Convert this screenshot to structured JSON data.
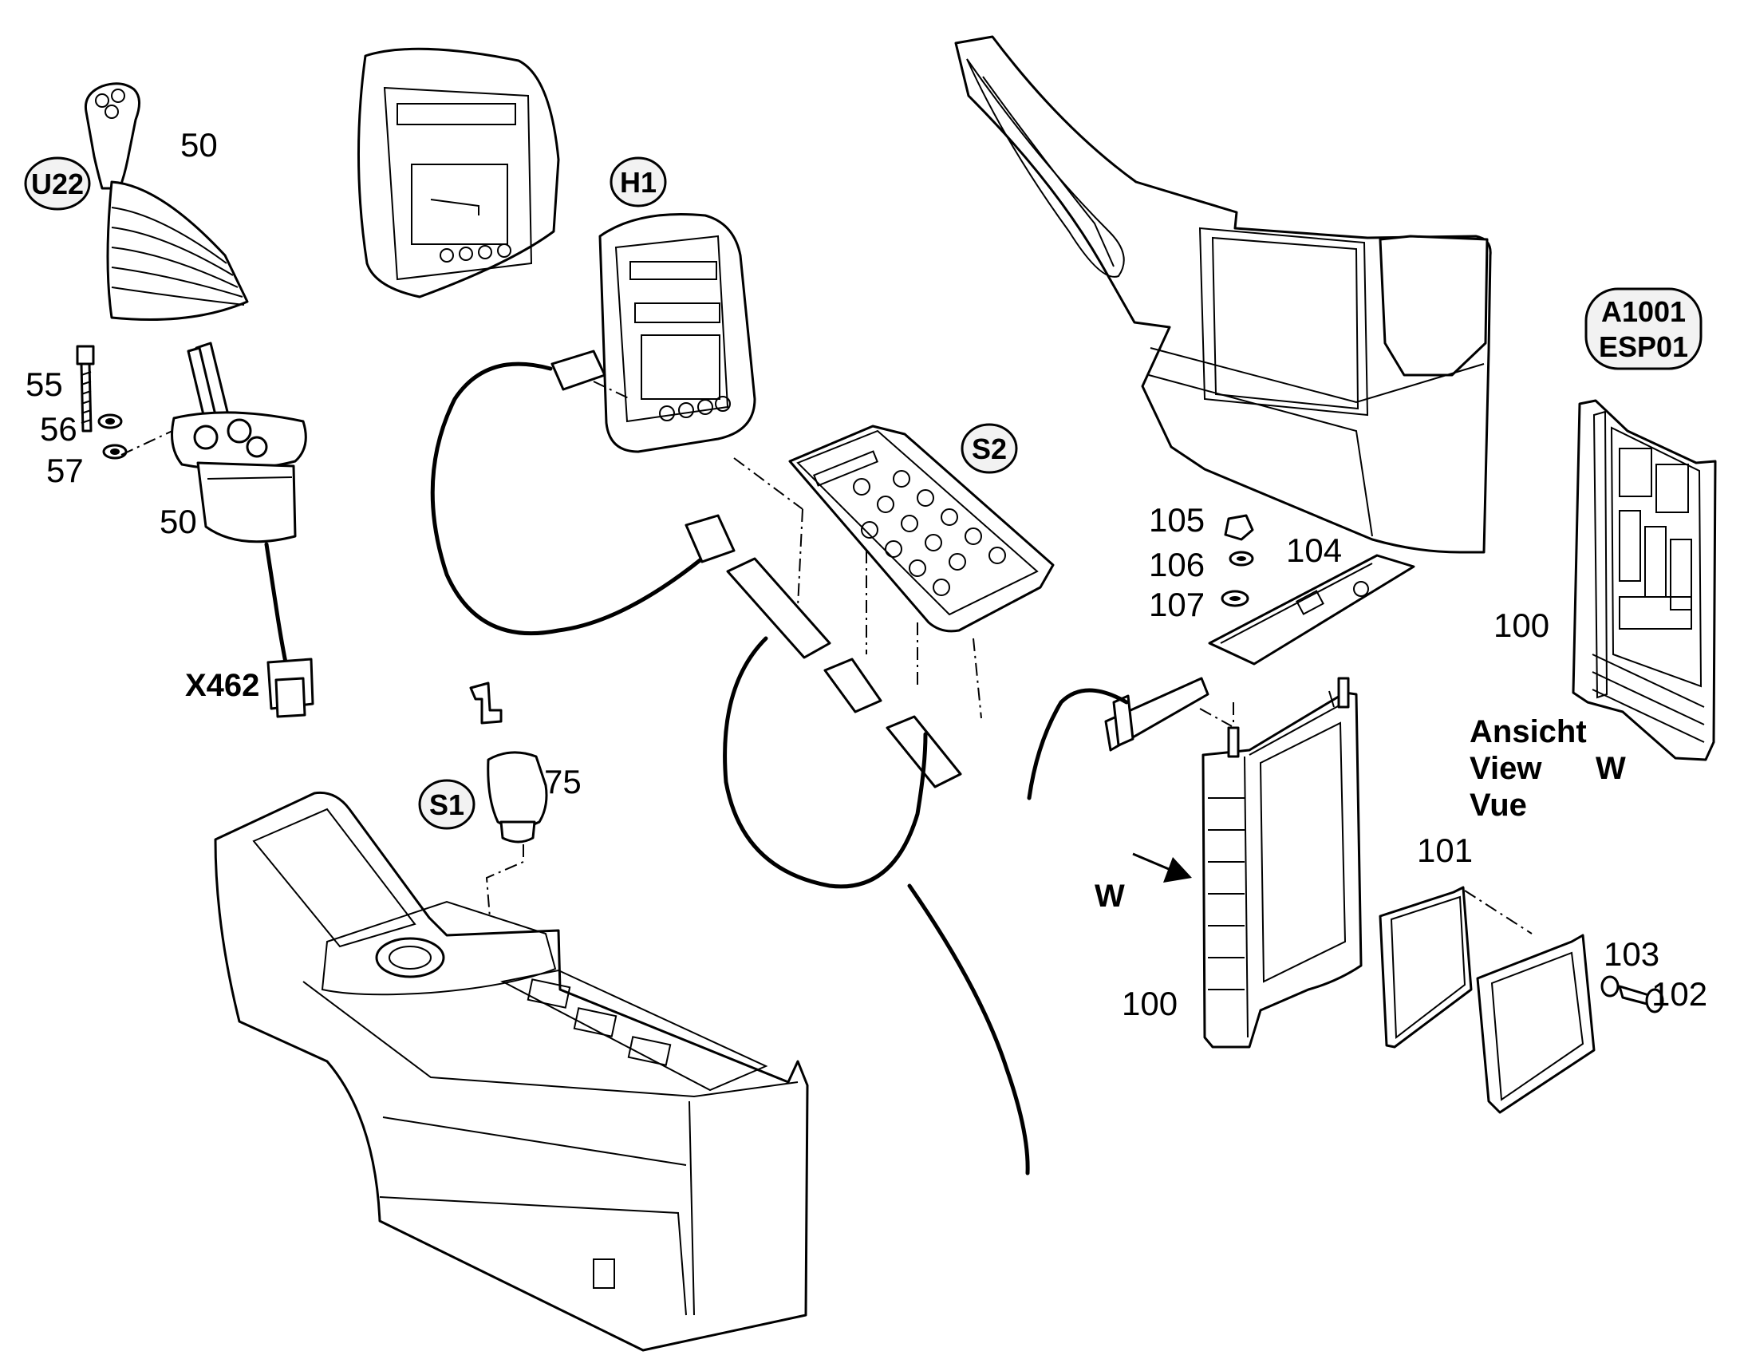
{
  "labels": {
    "u22": "U22",
    "h1": "H1",
    "s2": "S2",
    "s1": "S1",
    "a1001": "A1001",
    "esp01": "ESP01",
    "x462": "X462",
    "w_arrow": "W",
    "view_w": "W",
    "ansicht": "Ansicht",
    "view": "View",
    "vue": "Vue",
    "p50a": "50",
    "p50b": "50",
    "p55": "55",
    "p56": "56",
    "p57": "57",
    "p75": "75",
    "p100a": "100",
    "p100b": "100",
    "p101": "101",
    "p102": "102",
    "p103": "103",
    "p104": "104",
    "p105": "105",
    "p106": "106",
    "p107": "107"
  }
}
